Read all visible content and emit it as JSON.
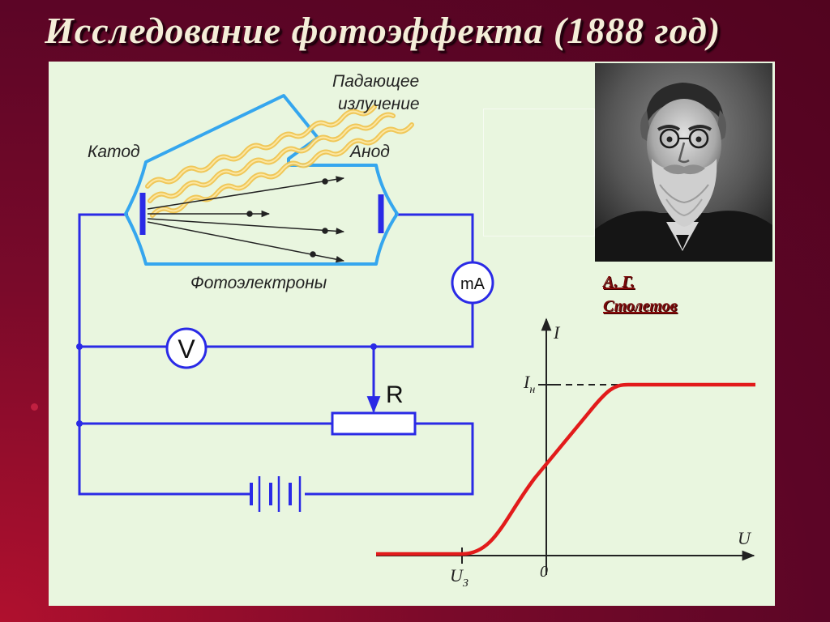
{
  "slide": {
    "title": "Исследование фотоэффекта (1888 год)"
  },
  "diagram": {
    "incident_radiation_line1": "Падающее",
    "incident_radiation_line2": "излучение",
    "cathode_label": "Катод",
    "anode_label": "Анод",
    "photoelectrons_label": "Фотоэлектроны",
    "milliammeter_label": "mA",
    "voltmeter_label": "V",
    "resistor_label": "R"
  },
  "graph": {
    "y_axis_label": "I",
    "x_axis_label": "U",
    "saturation_current_label": "I",
    "saturation_current_subscript": "н",
    "stopping_voltage_label": "U",
    "stopping_voltage_subscript": "З",
    "origin_label": "0",
    "curve_color": "#e21b1b"
  },
  "portrait": {
    "caption_line1": "А. Г.",
    "caption_line2": "Столетов"
  },
  "colors": {
    "circuit": "#2a2ae6",
    "tube_outline": "#35a6ee",
    "panel_bg": "#e9f6df"
  }
}
